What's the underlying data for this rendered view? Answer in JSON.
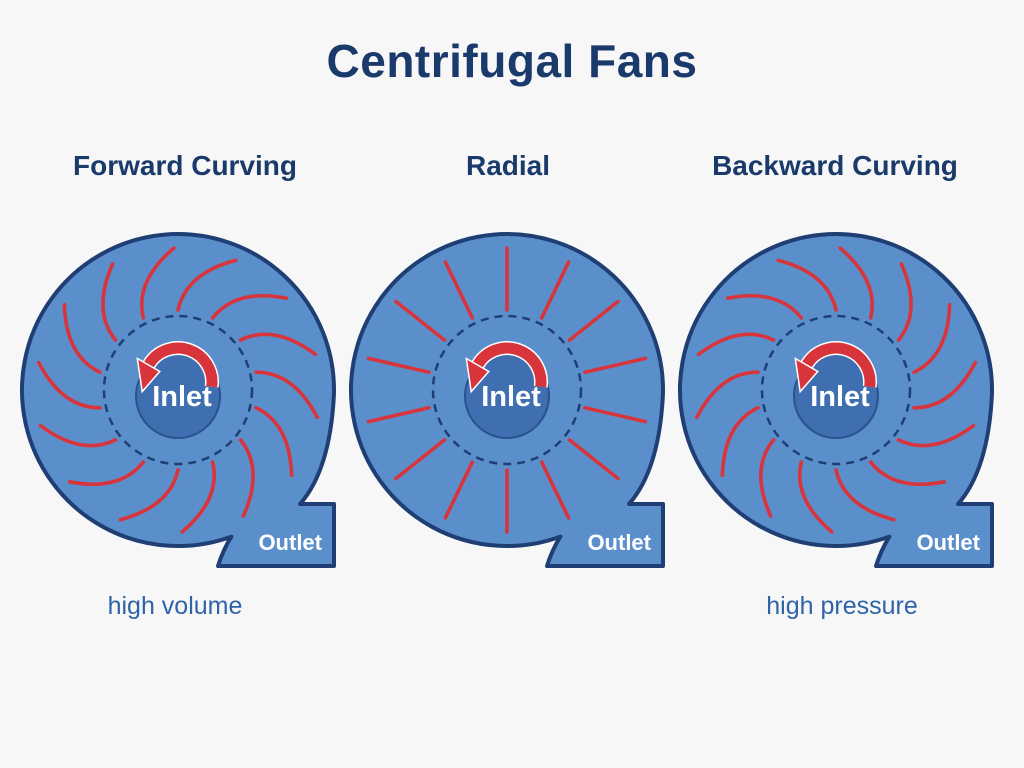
{
  "title": "Centrifugal Fans",
  "fans": [
    {
      "name": "Forward Curving",
      "note": "high volume",
      "inlet_label": "Inlet",
      "outlet_label": "Outlet",
      "blade_style": "forward",
      "blade_count": 14
    },
    {
      "name": "Radial",
      "note": "",
      "inlet_label": "Inlet",
      "outlet_label": "Outlet",
      "blade_style": "radial",
      "blade_count": 14
    },
    {
      "name": "Backward Curving",
      "note": "high pressure",
      "inlet_label": "Inlet",
      "outlet_label": "Outlet",
      "blade_style": "backward",
      "blade_count": 14
    }
  ],
  "colors": {
    "title": "#1a3a6b",
    "housing_fill": "#5b8fcb",
    "housing_stroke": "#1f3f74",
    "blade": "#d8343b",
    "hub": "#3f6fb0",
    "note": "#2e63a8"
  }
}
